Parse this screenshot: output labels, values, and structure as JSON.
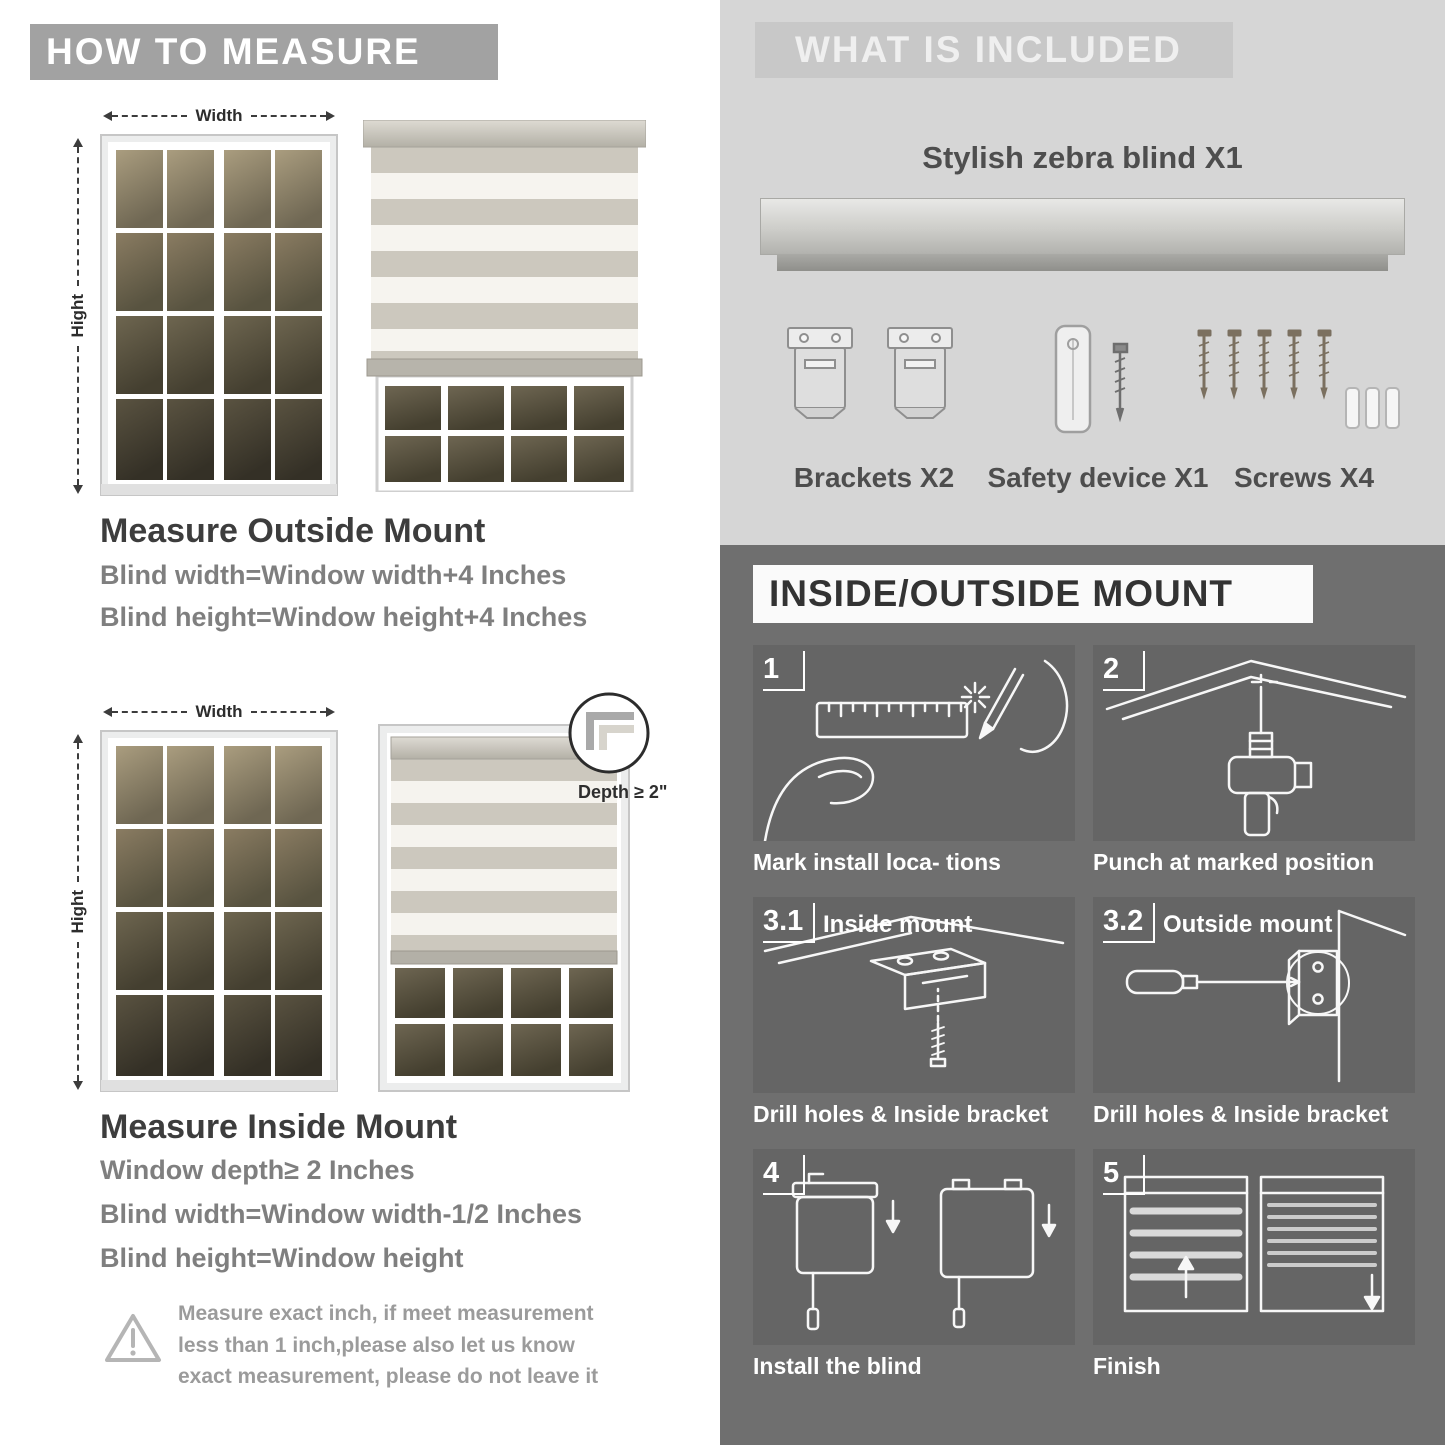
{
  "colors": {
    "howto_bar": "#a2a2a2",
    "included_panel": "#d6d6d6",
    "included_header_bar": "#c8c8c8",
    "mount_panel": "#6f6f6f",
    "mount_header_bar": "#fafafa",
    "heading_text": "#3d3d3d",
    "body_text": "#7f7f7f"
  },
  "measure": {
    "header": "HOW TO MEASURE",
    "outside": {
      "width_label": "Width",
      "height_label": "Hight",
      "title": "Measure Outside Mount",
      "lines": [
        "Blind width=Window width+4 Inches",
        "Blind height=Window height+4 Inches"
      ]
    },
    "inside": {
      "width_label": "Width",
      "height_label": "Hight",
      "depth_label": "Depth ≥ 2\"",
      "title": "Measure Inside Mount",
      "lines": [
        "Window depth≥ 2 Inches",
        "Blind width=Window width-1/2 Inches",
        "Blind height=Window height"
      ]
    },
    "note": "Measure exact inch, if meet measurement less than 1 inch,please also let us know exact measurement, please do not leave it"
  },
  "included": {
    "header": "WHAT IS INCLUDED",
    "blind_label": "Stylish zebra blind X1",
    "items": [
      {
        "label": "Brackets X2"
      },
      {
        "label": "Safety device X1"
      },
      {
        "label": "Screws X4"
      }
    ]
  },
  "mount": {
    "header": "INSIDE/OUTSIDE MOUNT",
    "steps": [
      {
        "num": "1",
        "title": "",
        "caption": "Mark install loca- tions"
      },
      {
        "num": "2",
        "title": "",
        "caption": "Punch at  marked position"
      },
      {
        "num": "3.1",
        "title": "Inside mount",
        "caption": "Drill holes &  Inside bracket"
      },
      {
        "num": "3.2",
        "title": "Outside mount",
        "caption": "Drill holes &  Inside bracket"
      },
      {
        "num": "4",
        "title": "",
        "caption": "Install the blind"
      },
      {
        "num": "5",
        "title": "",
        "caption": "Finish"
      }
    ]
  }
}
